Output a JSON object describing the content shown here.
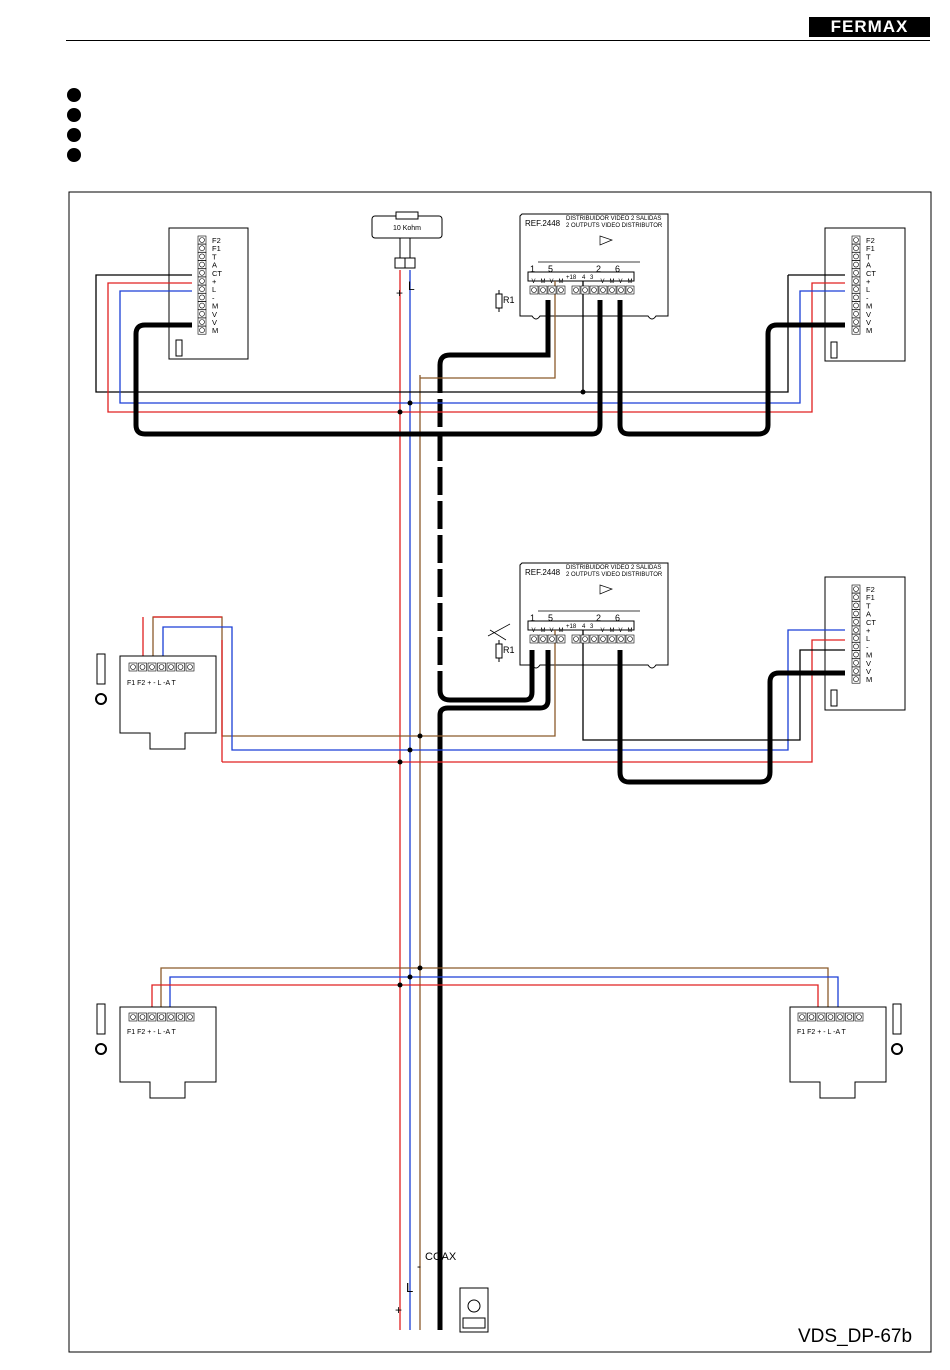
{
  "header": {
    "brand": "FERMAX"
  },
  "footer": {
    "diagram_code": "VDS_DP-67b"
  },
  "resistor": {
    "label": "10 Kohm"
  },
  "distributor": {
    "ref": "REF.2448",
    "name_es": "DISTRIBUIDOR VIDEO 2 SALIDAS",
    "name_en": "2 OUTPUTS VIDEO DISTRIBUTOR",
    "outputs": [
      "1",
      "5",
      "2",
      "6"
    ],
    "terminals": [
      "+18",
      "4",
      "3"
    ],
    "vm": [
      "V",
      "M"
    ],
    "r1": "R1"
  },
  "monitor_terminals": [
    "F2",
    "F1",
    "T",
    "A",
    "CT",
    "+",
    "L",
    "-",
    "M",
    "V",
    "V",
    "M"
  ],
  "phone_terminals": "F1 F2 +  -  L -A T",
  "wire_labels": {
    "plus": "+",
    "l": "L",
    "minus": "-",
    "coax": "COAX"
  },
  "colors": {
    "red": "#e02020",
    "blue": "#1a3fd6",
    "brown": "#8b5a2b",
    "black": "#000000"
  }
}
